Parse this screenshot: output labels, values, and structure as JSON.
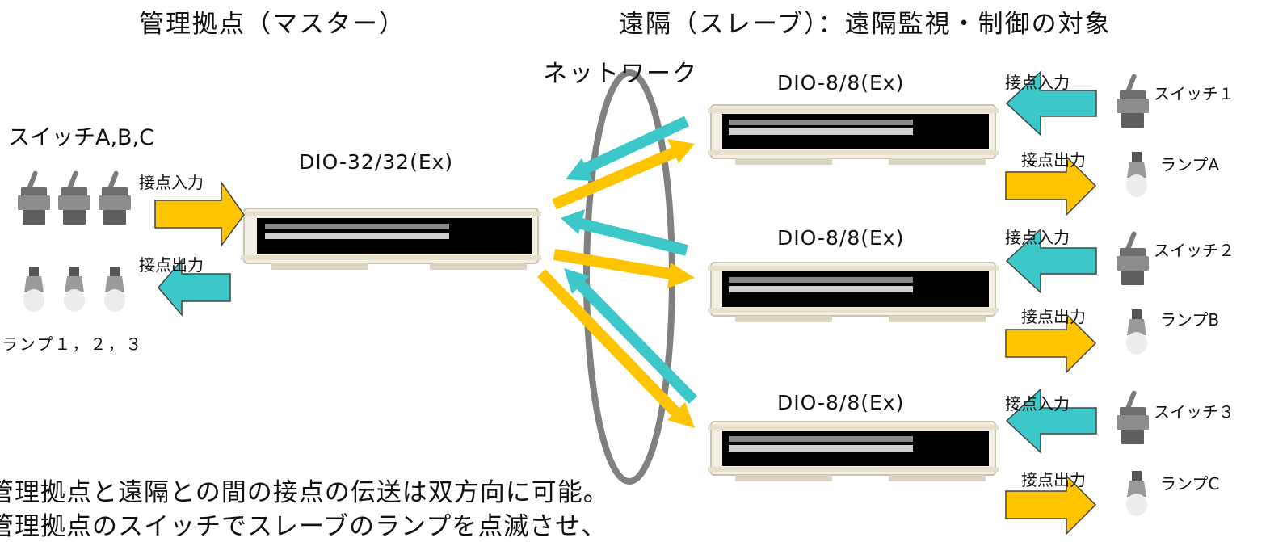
{
  "headings": {
    "master": "管理拠点（マスター）",
    "slave": "遠隔（スレーブ）：遠隔監視・制御の対象"
  },
  "network_label": "ネットワーク",
  "master": {
    "switches_label": "スイッチA,B,C",
    "lamps_label": "ランプ１，２，３",
    "input_label": "接点入力",
    "output_label": "接点出力",
    "device_label": "DIO-32/32(Ex)"
  },
  "slaves": [
    {
      "device_label": "DIO-8/8(Ex)",
      "input_label": "接点入力",
      "output_label": "接点出力",
      "switch_label": "スイッチ１",
      "lamp_label": "ランプA"
    },
    {
      "device_label": "DIO-8/8(Ex)",
      "input_label": "接点入力",
      "output_label": "接点出力",
      "switch_label": "スイッチ２",
      "lamp_label": "ランプB"
    },
    {
      "device_label": "DIO-8/8(Ex)",
      "input_label": "接点入力",
      "output_label": "接点出力",
      "switch_label": "スイッチ３",
      "lamp_label": "ランプC"
    }
  ],
  "notes": [
    "管理拠点と遠隔との間の接点の伝送は双方向に可能。",
    "管理拠点のスイッチでスレーブのランプを点滅させ、"
  ],
  "colors": {
    "input_arrow": "#3cc8c8",
    "output_arrow": "#ffc400",
    "ring": "#808080",
    "device_body": "#f3efe4",
    "device_panel": "#000000"
  }
}
